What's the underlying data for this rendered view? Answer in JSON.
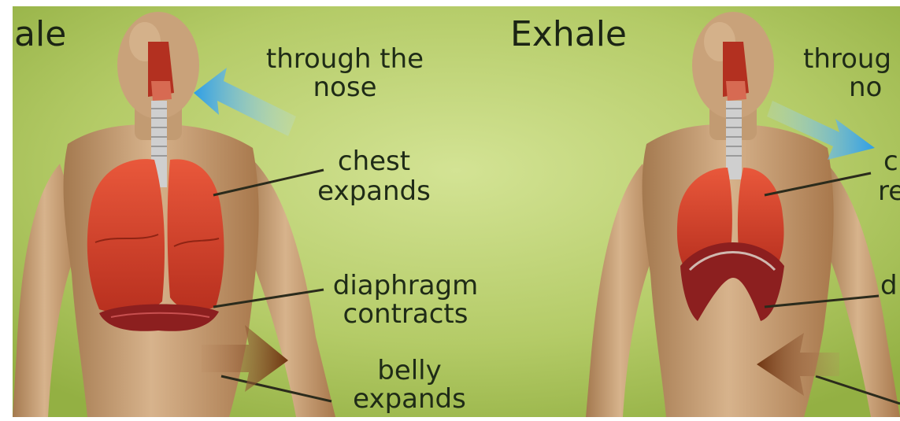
{
  "colors": {
    "background": "#a9c25a",
    "background_light": "#cfe08a",
    "skin": "#c9a27a",
    "lungs": "#d8452e",
    "diaphragm": "#8c1f1f",
    "trachea": "#c7c7c7",
    "arrow_air": "#3aa7e6",
    "arrow_belly": "#7a3d14",
    "text": "#1f2b17"
  },
  "inhale": {
    "title": "ale",
    "labels": {
      "nose_line1": "through the",
      "nose_line2": "nose",
      "chest_line1": "chest",
      "chest_line2": "expands",
      "diaphragm_line1": "diaphragm",
      "diaphragm_line2": "contracts",
      "belly_line1": "belly",
      "belly_line2": "expands"
    }
  },
  "exhale": {
    "title": "Exhale",
    "labels": {
      "nose_line1": "throug",
      "nose_line2": "no",
      "chest_line1": "c",
      "chest_line2": "re",
      "diaphragm_line1": "d"
    }
  },
  "icons": [
    "air-in-arrow-icon",
    "belly-out-arrow-icon",
    "air-out-arrow-icon",
    "belly-in-arrow-icon"
  ]
}
